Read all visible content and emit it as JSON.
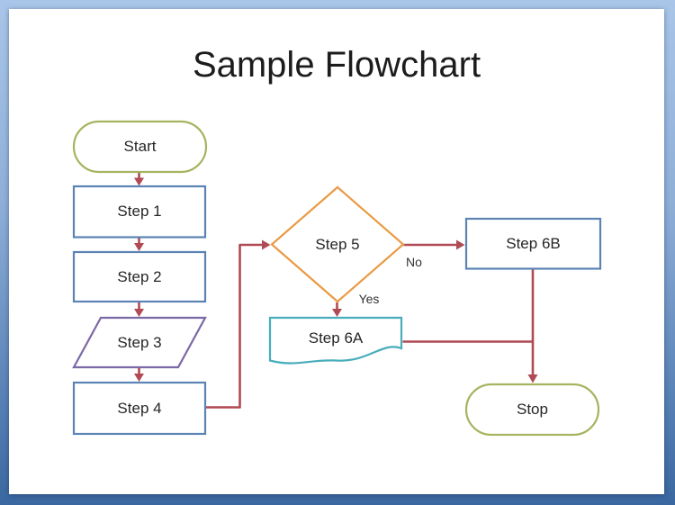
{
  "title": "Sample Flowchart",
  "nodes": {
    "start": {
      "label": "Start"
    },
    "step1": {
      "label": "Step 1"
    },
    "step2": {
      "label": "Step 2"
    },
    "step3": {
      "label": "Step 3"
    },
    "step4": {
      "label": "Step 4"
    },
    "step5": {
      "label": "Step 5"
    },
    "step6a": {
      "label": "Step 6A"
    },
    "step6b": {
      "label": "Step 6B"
    },
    "stop": {
      "label": "Stop"
    }
  },
  "edge_labels": {
    "no": "No",
    "yes": "Yes"
  },
  "colors": {
    "connector": "#b04a54",
    "process_border": "#5b84b4",
    "terminator_border": "#a6b45f",
    "data_border": "#7b68a6",
    "decision_border": "#ea9a44",
    "document_border": "#49adbc",
    "title_text": "#1c1c1c",
    "frame_top": "#a9c5e8",
    "frame_bottom": "#3a679f"
  }
}
